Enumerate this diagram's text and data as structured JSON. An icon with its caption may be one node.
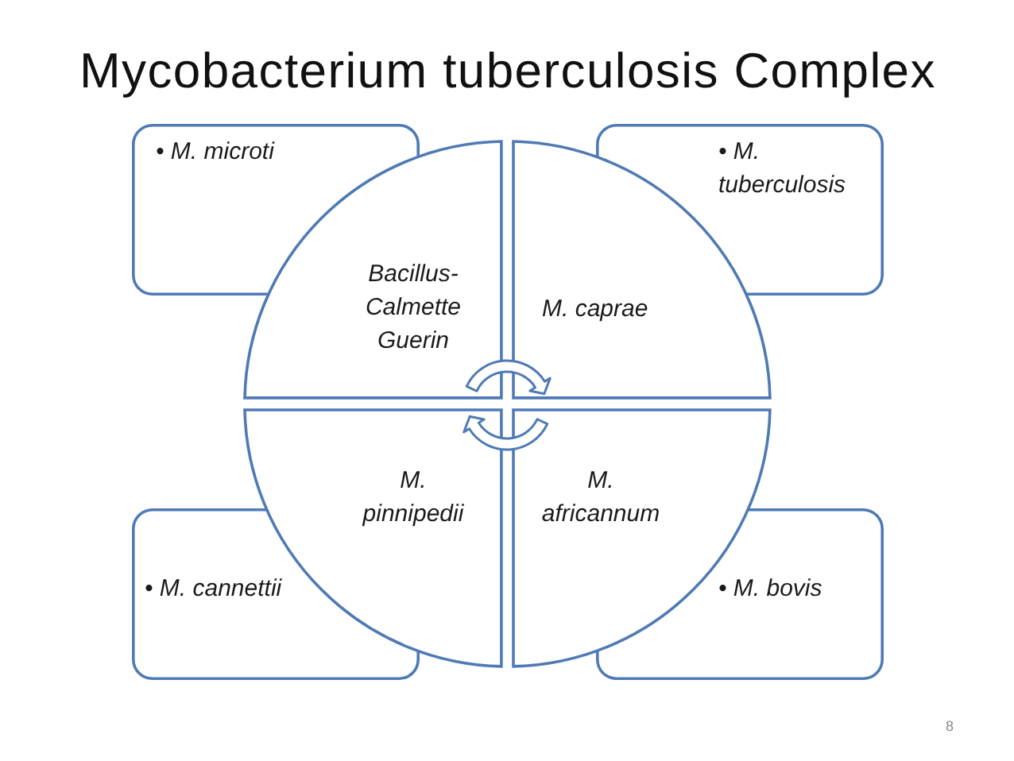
{
  "diagram": {
    "title": "Mycobacterium tuberculosis Complex",
    "nodes": [
      {
        "text": [
          "• M. microti"
        ]
      },
      {
        "text": [
          "• M. tuberculosis"
        ]
      },
      {
        "text": [
          "Bacillus-Calmette Guerin"
        ]
      },
      {
        "text": [
          "M. caprae"
        ]
      },
      {
        "text": [
          "M. pinnipedii"
        ]
      },
      {
        "text": [
          "M. africannum"
        ]
      },
      {
        "text": [
          "• M. cannettii"
        ]
      },
      {
        "text": [
          "• M. bovis"
        ]
      }
    ],
    "labels": [
      "8"
    ]
  }
}
